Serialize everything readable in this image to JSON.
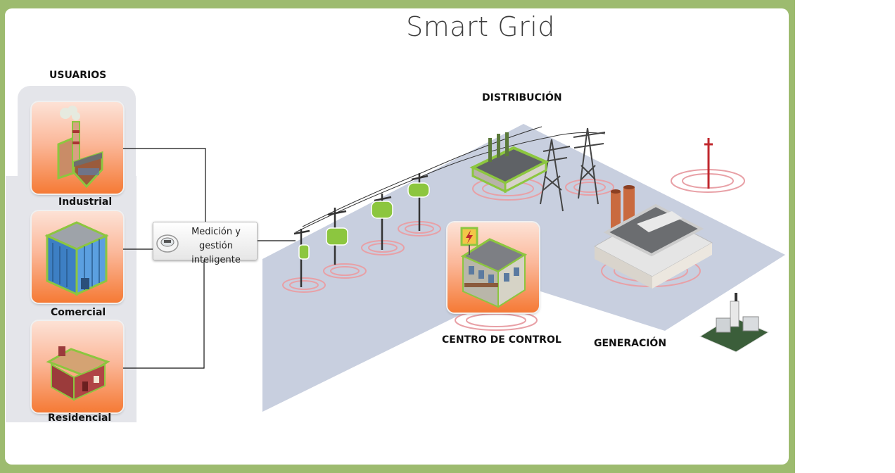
{
  "title": "Smart Grid",
  "labels": {
    "usuarios": "USUARIOS",
    "industrial": "Industrial",
    "comercial": "Comercial",
    "residencial": "Residencial",
    "medicion_line1": "Medición y gestión",
    "medicion_line2": "inteligente",
    "distribucion": "DISTRIBUCIÓN",
    "centro_control": "CENTRO DE CONTROL",
    "generacion": "GENERACIÓN"
  },
  "colors": {
    "frame": "#9dbb6f",
    "tile_top": "#fde2d6",
    "tile_bottom": "#f57a35",
    "ground": "#c8cfdf",
    "accent_green": "#8cc63f",
    "signal": "#e8a0a6"
  }
}
